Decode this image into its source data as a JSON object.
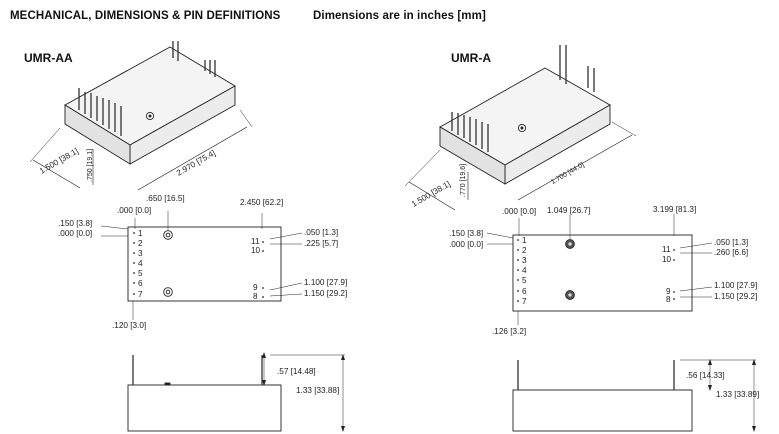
{
  "header": {
    "title": "MECHANICAL, DIMENSIONS & PIN DEFINITIONS",
    "subtitle": "Dimensions are in inches [mm]"
  },
  "left": {
    "model": "UMR-AA",
    "iso": {
      "width": "1.500 [38.1]",
      "height": ".750 [19.1]",
      "length": "2.970 [75.4]"
    },
    "top": {
      "x0": ".000 [0.0]",
      "x1": ".650 [16.5]",
      "x2": "2.450 [62.2]",
      "y_pin1": ".150 [3.8]",
      "y_zero": ".000 [0.0]",
      "y_right_a": ".050 [1.3]",
      "y_right_b": ".225 [5.7]",
      "y_right_c": "1.100 [27.9]",
      "y_right_d": "1.150 [29.2]",
      "bottom_x": ".120 [3.0]",
      "pins_left": [
        "1",
        "2",
        "3",
        "4",
        "5",
        "6",
        "7"
      ],
      "pins_right_top": [
        "11",
        "10"
      ],
      "pins_right_bottom": [
        "9",
        "8"
      ]
    },
    "side": {
      "pin_len": ".57 [14.48]",
      "total_h": "1.33 [33.88]"
    }
  },
  "right": {
    "model": "UMR-A",
    "iso": {
      "width": "1.500 [38.1]",
      "height": ".770 [19.6]",
      "length": "1.700 [44.0]"
    },
    "top": {
      "x0": ".000 [0.0]",
      "x1": "1.049 [26.7]",
      "x2": "3.199 [81.3]",
      "y_pin1": ".150 [3.8]",
      "y_zero": ".000 [0.0]",
      "y_right_a": ".050 [1.3]",
      "y_right_b": ".260 [6.6]",
      "y_right_c": "1.100 [27.9]",
      "y_right_d": "1.150 [29.2]",
      "bottom_x": ".126 [3.2]",
      "pins_left": [
        "1",
        "2",
        "3",
        "4",
        "5",
        "6",
        "7"
      ],
      "pins_right_top": [
        "11",
        "10"
      ],
      "pins_right_bottom": [
        "9",
        "8"
      ]
    },
    "side": {
      "pin_len": ".56 [14.33]",
      "total_h": "1.33 [33.89]"
    }
  }
}
